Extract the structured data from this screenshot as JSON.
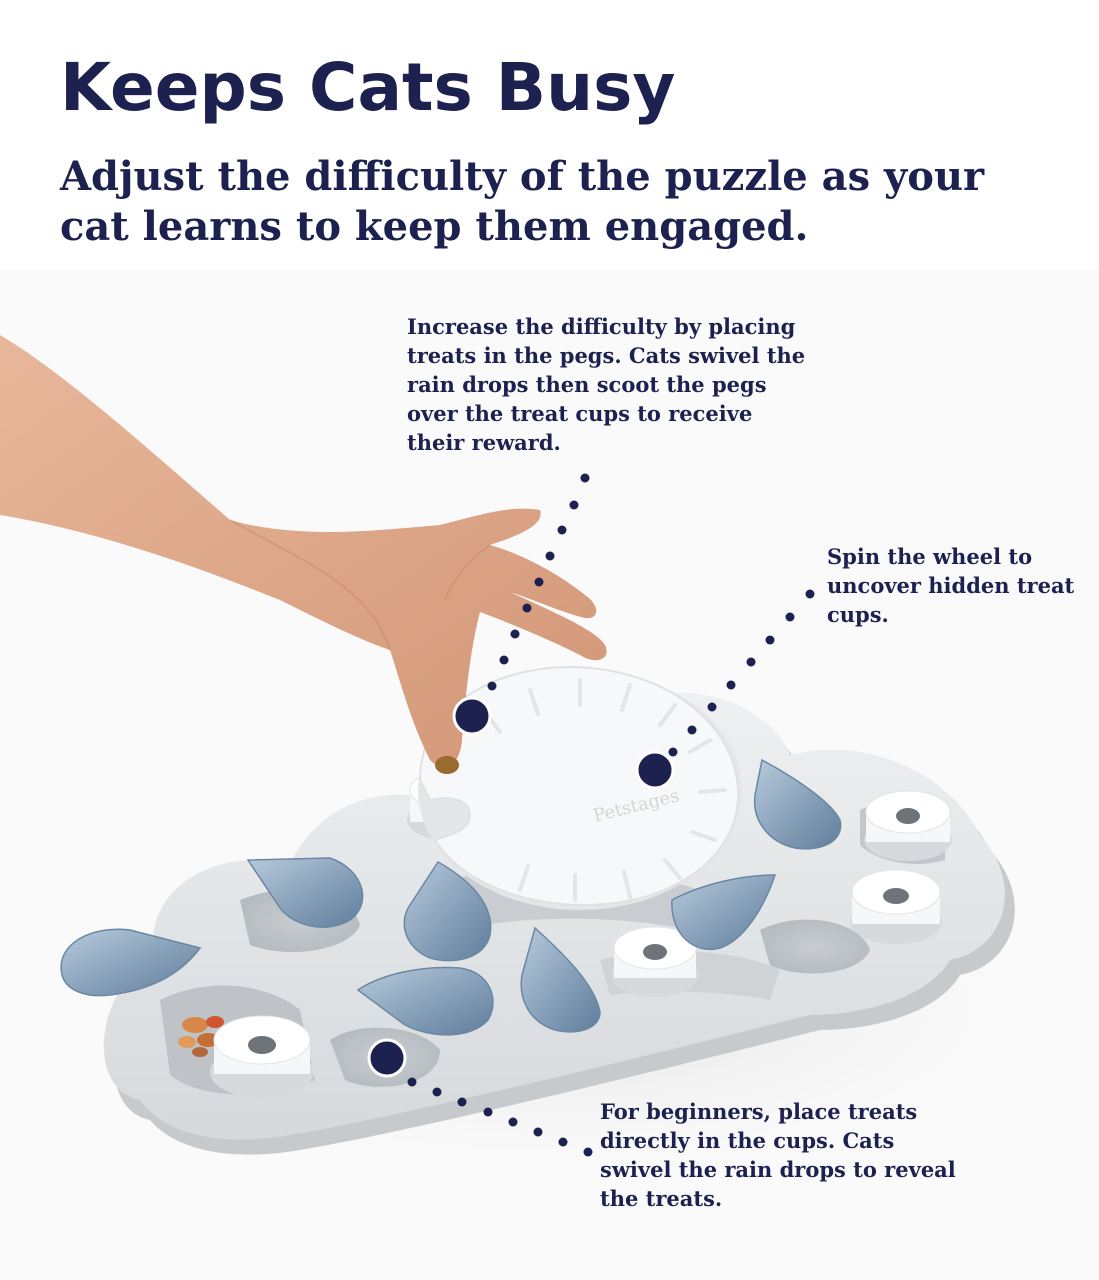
{
  "headline": "Keeps Cats Busy",
  "subhead": "Adjust the difficulty of the puzzle as your cat learns to keep them engaged.",
  "callouts": {
    "pegs": "Increase the difficulty by placing treats in the pegs. Cats swivel the rain drops then scoot the pegs over the treat cups to receive their reward.",
    "wheel": "Spin the wheel to uncover hidden treat cups.",
    "cups": "For beginners, place treats directly in the cups. Cats swivel the rain drops to reveal the treats."
  },
  "product": {
    "brand_mark": "Petstages"
  },
  "colors": {
    "navy": "#1d2150",
    "board": "#e4e6e8",
    "drop": "#7f9ab5",
    "peg": "#ffffff"
  }
}
